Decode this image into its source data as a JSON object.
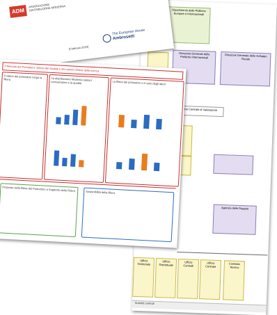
{
  "doc1": {
    "logo_text": "ADM",
    "publisher_line1": "ASSOCIAZIONE",
    "publisher_line2": "DISTRIBUZIONE MODERNA",
    "partner_name": "The European House",
    "partner_brand": "Ambrosetti",
    "date_label": "[Febbraio 2019]"
  },
  "doc2": {
    "header": "Il Mercato del Pomodoro: sintesi dei risultati e dei numeri chiave della ricerca",
    "left_panel": "Il valore del pomodoro lungo la filiera",
    "mid_panel": "La distribuzione Moderna tutela il consumatore e la qualità",
    "right_panel": "La filiera del pomodoro e il ruolo degli attori",
    "bottom_left": "Proposte della filiera del Pomodoro a Supporto della Filiera",
    "bottom_right": "Sostenibilità della filiera"
  },
  "org": {
    "top_box": "Dipartimento delle Politiche Europee e Internazionali",
    "col1": "Direzione Generale dello Sviluppo Rurale",
    "col2": "Direzione Generale delle Politiche Internazionali",
    "mid_box": "Ufficio Centrale di Valutazione",
    "agency": "Agenzia delle Dogane",
    "leaf1": "Ufficio Territoriale",
    "leaf2": "Ufficio Distrettuale",
    "leaf3": "Ufficio Controlli",
    "leaf4": "Ufficio Centrale",
    "leaf5": "Comitato Tecnico",
    "bottom_strip": "Autorità centrali"
  }
}
